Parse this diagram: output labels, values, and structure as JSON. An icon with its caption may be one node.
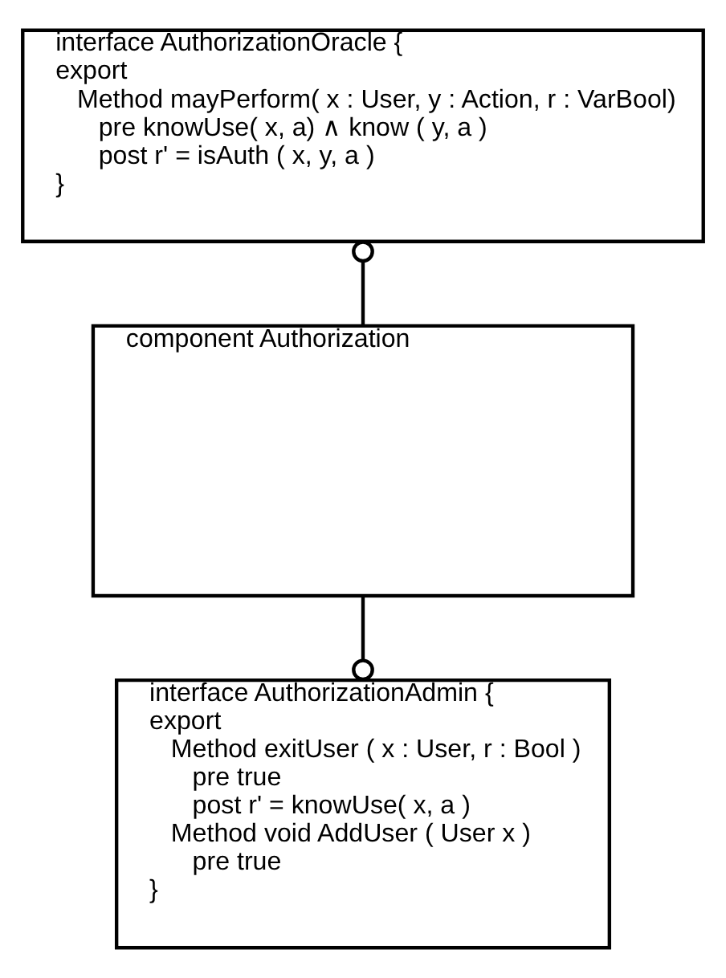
{
  "diagram": {
    "nodes": [
      {
        "text": [
          "interface AuthorizationOracle {",
          "export",
          "Method mayPerform( x : User, y : Action, r : VarBool)",
          "pre knowUse( x, a) ∧ know ( y, a )",
          "post r' = isAuth ( x, y, a )",
          "}"
        ]
      },
      {
        "text": [
          "component Authorization"
        ]
      },
      {
        "text": [
          "interface AuthorizationAdmin {",
          "export",
          "Method exitUser ( x : User, r : Bool )",
          "pre true",
          "post r' = knowUse( x, a )",
          "Method void AddUser ( User x )",
          "pre true",
          "}"
        ]
      }
    ],
    "edges": [
      {
        "from": 1,
        "to": 0,
        "arrow": "other"
      },
      {
        "from": 1,
        "to": 2,
        "arrow": "other"
      }
    ]
  }
}
